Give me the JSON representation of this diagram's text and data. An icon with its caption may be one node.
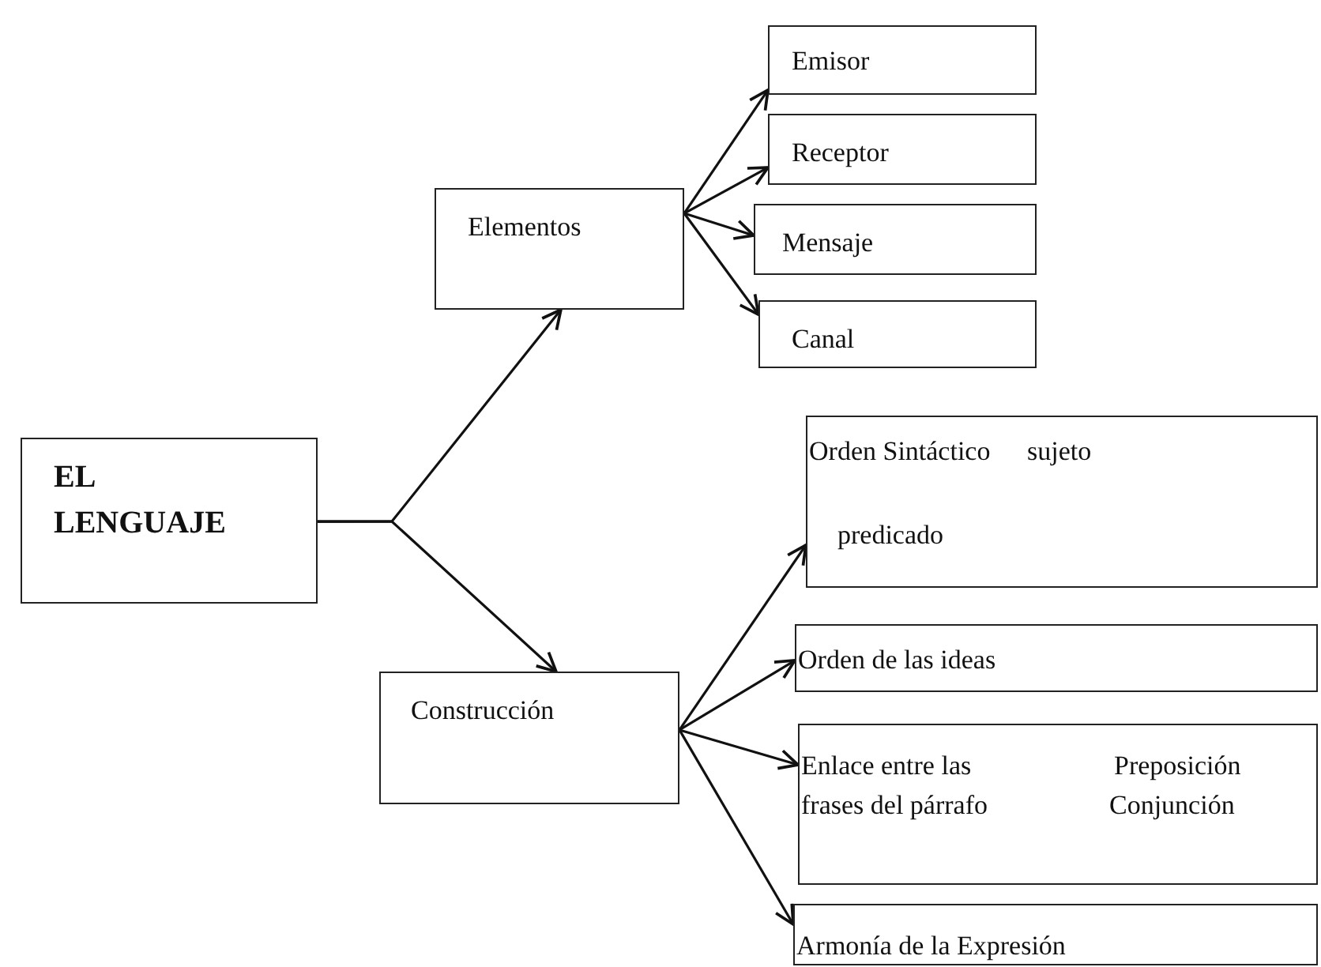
{
  "diagram": {
    "nodes": [
      {
        "text": [
          "EL LENGUAJE"
        ]
      },
      {
        "text": [
          "Elementos"
        ]
      },
      {
        "text": [
          "Emisor"
        ]
      },
      {
        "text": [
          "Receptor"
        ]
      },
      {
        "text": [
          "Mensaje"
        ]
      },
      {
        "text": [
          "Canal"
        ]
      },
      {
        "text": [
          "Construcción"
        ]
      },
      {
        "text": [
          "Orden Sintáctico",
          "sujeto",
          "predicado"
        ]
      },
      {
        "text": [
          "Orden de las ideas"
        ]
      },
      {
        "text": [
          "Enlace entre las frases del párrafo",
          "Preposición",
          "Conjunción"
        ]
      },
      {
        "text": [
          "Armonía de la Expresión"
        ]
      }
    ],
    "edges": [
      {
        "from": 0,
        "to": 1,
        "arrow": "to"
      },
      {
        "from": 0,
        "to": 6,
        "arrow": "to"
      },
      {
        "from": 1,
        "to": 2,
        "arrow": "to"
      },
      {
        "from": 1,
        "to": 3,
        "arrow": "to"
      },
      {
        "from": 1,
        "to": 4,
        "arrow": "to"
      },
      {
        "from": 1,
        "to": 5,
        "arrow": "to"
      },
      {
        "from": 6,
        "to": 7,
        "arrow": "to"
      },
      {
        "from": 6,
        "to": 8,
        "arrow": "to"
      },
      {
        "from": 6,
        "to": 9,
        "arrow": "to"
      },
      {
        "from": 6,
        "to": 10,
        "arrow": "to"
      }
    ]
  }
}
